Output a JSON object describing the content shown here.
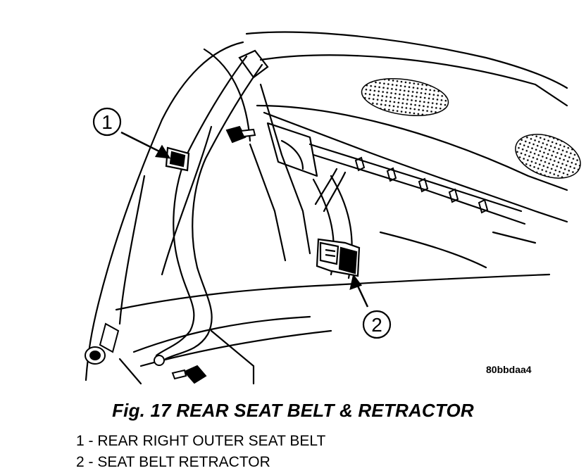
{
  "figure": {
    "code": "80bbdaa4",
    "caption": "Fig. 17 REAR SEAT BELT & RETRACTOR",
    "callouts": [
      {
        "number": "1",
        "item": "1 - REAR RIGHT OUTER SEAT BELT"
      },
      {
        "number": "2",
        "item": "2 - SEAT BELT RETRACTOR"
      }
    ]
  }
}
